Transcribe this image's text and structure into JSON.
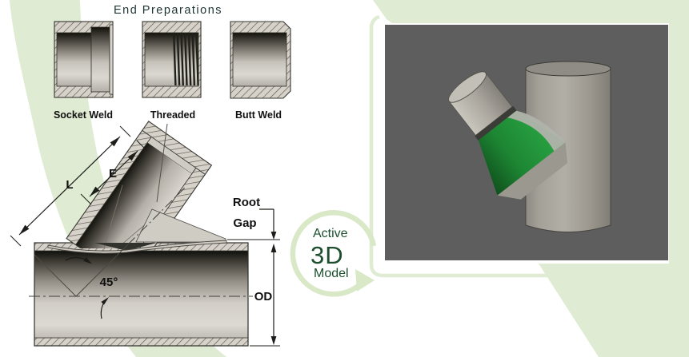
{
  "header": {
    "title": "End Preparations"
  },
  "end_preparations": {
    "items": [
      {
        "label": "Socket Weld"
      },
      {
        "label": "Threaded"
      },
      {
        "label": "Butt Weld"
      }
    ]
  },
  "diagram": {
    "labels": {
      "length": "L",
      "end_to_center": "E",
      "root_gap_line1": "Root",
      "root_gap_line2": "Gap",
      "angle": "45°",
      "outer_diameter": "OD"
    }
  },
  "viewer": {
    "badge": {
      "line1": "Active",
      "line2": "3D",
      "line3": "Model"
    }
  },
  "colors": {
    "accent_light_green": "#dfecd3",
    "badge_text_green": "#1d4f2e",
    "model_green": "#1f8c36",
    "viewport_gray": "#5e5e5e"
  }
}
